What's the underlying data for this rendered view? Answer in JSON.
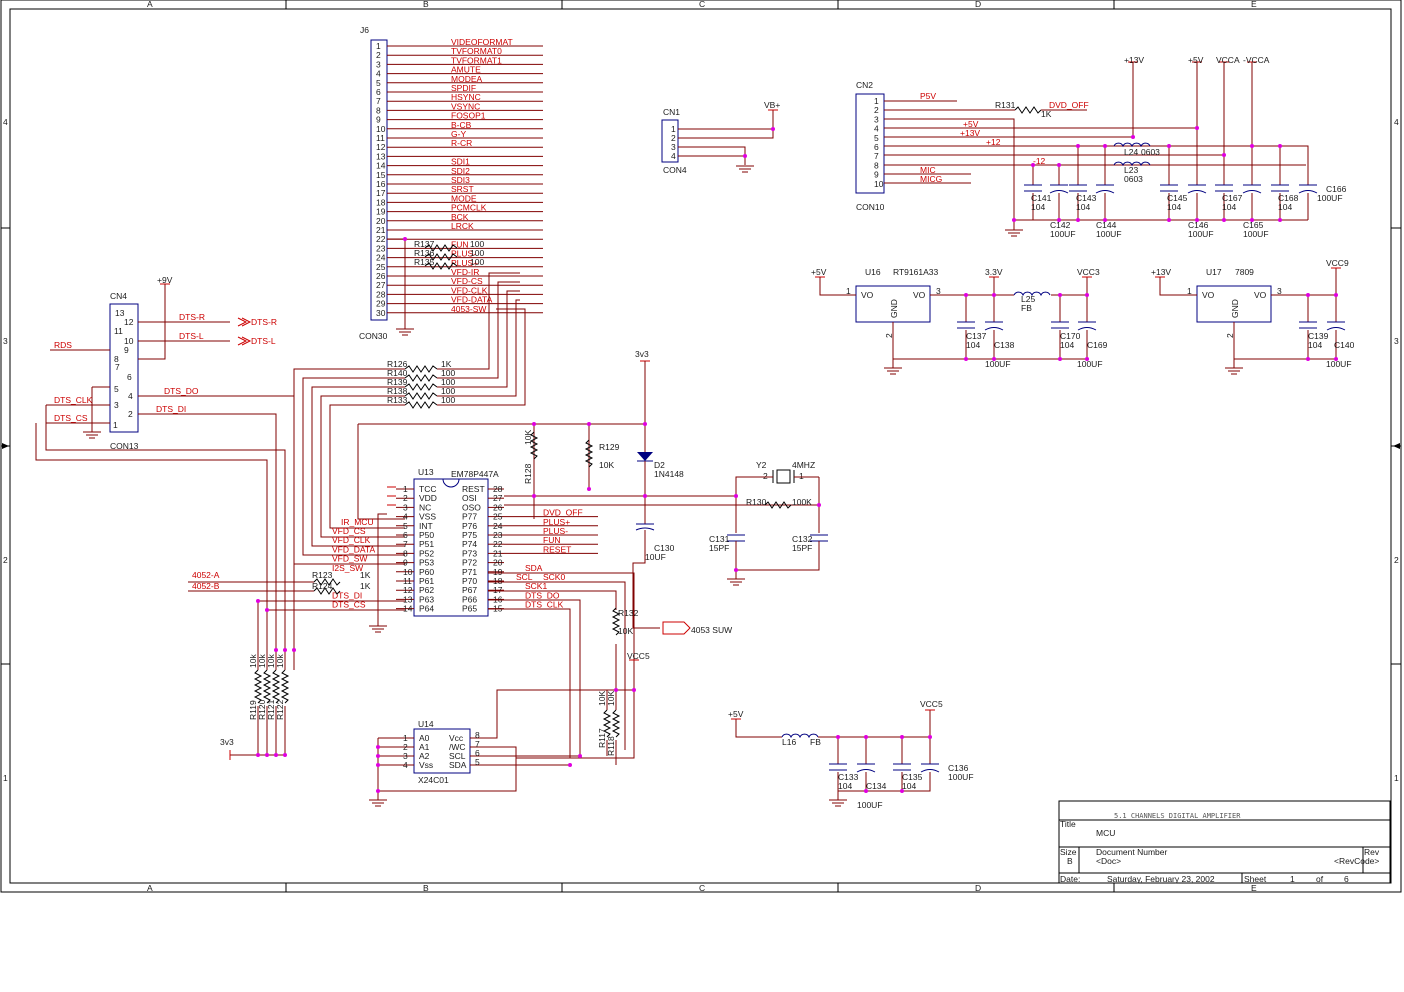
{
  "frame": {
    "columns": [
      "A",
      "B",
      "C",
      "D",
      "E"
    ],
    "rows": [
      "4",
      "3",
      "2",
      "1"
    ]
  },
  "title_block": {
    "project": "5.1 CHANNELS DIGITAL AMPLIFIER",
    "title_label": "Title",
    "title": "MCU",
    "size_label": "Size",
    "size": "B",
    "docnum_label": "Document Number",
    "docnum": "<Doc>",
    "rev_label": "Rev",
    "rev": "<RevCode>",
    "date_label": "Date:",
    "date": "Saturday, February 23, 2002",
    "sheet_label": "Sheet",
    "sheet": "1",
    "of_label": "of",
    "sheets": "6"
  },
  "j6": {
    "ref": "J6",
    "part": "CON30",
    "pins": [
      "1",
      "2",
      "3",
      "4",
      "5",
      "6",
      "7",
      "8",
      "9",
      "10",
      "11",
      "12",
      "13",
      "14",
      "15",
      "16",
      "17",
      "18",
      "19",
      "20",
      "21",
      "22",
      "23",
      "24",
      "25",
      "26",
      "27",
      "28",
      "29",
      "30"
    ],
    "nets": [
      "VIDEOFORMAT",
      "TVFORMAT0",
      "TVFORMAT1",
      "AMUTE",
      "MODEA",
      "SPDIF",
      "HSYNC",
      "VSYNC",
      "FOSOP1",
      "B-CB",
      "G-Y",
      "R-CR",
      "",
      "SDI1",
      "SDI2",
      "SDI3",
      "SRST",
      "MODE",
      "PCMCLK",
      "BCK",
      "LRCK",
      "",
      "FUN",
      "PLUS-",
      "PLUS+",
      "VFD-IR",
      "VFD-CS",
      "VFD-CLK",
      "VFD-DATA",
      "4053-SW"
    ],
    "resistors": [
      {
        "ref": "R137",
        "value": "100"
      },
      {
        "ref": "R136",
        "value": "100"
      },
      {
        "ref": "R135",
        "value": "100"
      }
    ]
  },
  "cn1": {
    "ref": "CN1",
    "part": "CON4",
    "pins": [
      "1",
      "2",
      "3",
      "4"
    ],
    "net": "VB+"
  },
  "cn2": {
    "ref": "CN2",
    "part": "CON10",
    "pins": [
      "1",
      "2",
      "3",
      "4",
      "5",
      "6",
      "7",
      "8",
      "9",
      "10"
    ],
    "nets": [
      "P5V",
      "DVD_OFF",
      "+5V",
      "+13V",
      "+12",
      "-12",
      "MIC",
      "MICG"
    ],
    "r131": {
      "ref": "R131",
      "value": "1K"
    },
    "rails": [
      "+13V",
      "+5V",
      "VCCA",
      "-VCCA"
    ],
    "inductors": [
      {
        "ref": "L24",
        "value": "0603"
      },
      {
        "ref": "L23",
        "value": "0603"
      }
    ],
    "caps": [
      {
        "ref": "C141",
        "value": "104"
      },
      {
        "ref": "C142",
        "value": "100UF"
      },
      {
        "ref": "C143",
        "value": "104"
      },
      {
        "ref": "C144",
        "value": "100UF"
      },
      {
        "ref": "C145",
        "value": "104"
      },
      {
        "ref": "C146",
        "value": "100UF"
      },
      {
        "ref": "C167",
        "value": "104"
      },
      {
        "ref": "C165",
        "value": "100UF"
      },
      {
        "ref": "C168",
        "value": "104"
      },
      {
        "ref": "C166",
        "value": "100UF"
      }
    ]
  },
  "cn4": {
    "ref": "CN4",
    "part": "CON13",
    "pins": [
      "13",
      "12",
      "11",
      "10",
      "9",
      "8",
      "7",
      "6",
      "5",
      "4",
      "3",
      "2",
      "1"
    ],
    "rail": "+9V",
    "nets": [
      "DTS-R",
      "DTS-L",
      "RDS",
      "DTS_DO",
      "DTS_DI",
      "DTS_CLK",
      "DTS_CS"
    ],
    "ports": [
      "DTS-R",
      "DTS-L"
    ]
  },
  "u16": {
    "in": "+5V",
    "ref": "U16",
    "part": "RT9161A33",
    "pin_in": "1",
    "pin_out": "3",
    "pin_gnd": "2",
    "vo_left": "VO",
    "vo_right": "VO",
    "gnd": "GND",
    "rail_33": "3.3V",
    "rail_out": "VCC3",
    "l25": {
      "ref": "L25",
      "value": "FB"
    },
    "caps": [
      {
        "ref": "C137",
        "value": "104"
      },
      {
        "ref": "C138",
        "value": "100UF"
      },
      {
        "ref": "C170",
        "value": "104"
      },
      {
        "ref": "C169",
        "value": "100UF"
      }
    ]
  },
  "u17": {
    "in": "+13V",
    "ref": "U17",
    "part": "7809",
    "pin_in": "1",
    "pin_out": "3",
    "pin_gnd": "2",
    "vo_left": "VO",
    "vo_right": "VO",
    "gnd": "GND",
    "rail_out": "VCC9",
    "caps": [
      {
        "ref": "C139",
        "value": "104"
      },
      {
        "ref": "C140",
        "value": "100UF"
      }
    ]
  },
  "u13": {
    "ref": "U13",
    "part": "EM78P447A",
    "left_pins": [
      "1",
      "2",
      "3",
      "4",
      "5",
      "6",
      "7",
      "8",
      "9",
      "10",
      "11",
      "12",
      "13",
      "14"
    ],
    "left_names": [
      "TCC",
      "VDD",
      "NC",
      "VSS",
      "INT",
      "P50",
      "P51",
      "P52",
      "P53",
      "P60",
      "P61",
      "P62",
      "P63",
      "P64"
    ],
    "right_pins": [
      "28",
      "27",
      "26",
      "25",
      "24",
      "23",
      "22",
      "21",
      "20",
      "19",
      "18",
      "17",
      "16",
      "15"
    ],
    "right_names": [
      "REST",
      "OSI",
      "OSO",
      "P77",
      "P76",
      "P75",
      "P74",
      "P73",
      "P72",
      "P71",
      "P70",
      "P67",
      "P66",
      "P65"
    ],
    "left_nets": [
      "IR_MCU",
      "VFD_CS",
      "VFD_CLK",
      "VFD_DATA",
      "VFD_SW",
      "I2S_SW",
      "4052-A",
      "4052-B",
      "DTS_DI",
      "DTS_CS"
    ],
    "right_nets": [
      "DVD_OFF",
      "PLUS+",
      "PLUS-",
      "FUN",
      "RESET",
      "SDA",
      "SCL",
      "SCK0",
      "SCK1",
      "DTS_DO",
      "DTS_CLK"
    ],
    "r123": {
      "ref": "R123",
      "value": "1K"
    },
    "r124": {
      "ref": "R124",
      "value": "1K"
    }
  },
  "reset": {
    "rail": "3v3",
    "r128": {
      "ref": "R128",
      "value": "10K"
    },
    "r129": {
      "ref": "R129",
      "value": "10K"
    },
    "d2": {
      "ref": "D2",
      "part": "1N4148"
    },
    "c130": {
      "ref": "C130",
      "value": "10UF"
    }
  },
  "xtal": {
    "ref": "Y2",
    "value": "4MHZ",
    "pin2": "2",
    "pin1": "1",
    "r130": {
      "ref": "R130",
      "value": "100K"
    },
    "c131": {
      "ref": "C131",
      "value": "15PF"
    },
    "c132": {
      "ref": "C132",
      "value": "15PF"
    }
  },
  "vfd_res": [
    {
      "ref": "R126",
      "value": "1K"
    },
    {
      "ref": "R140",
      "value": "100"
    },
    {
      "ref": "R139",
      "value": "100"
    },
    {
      "ref": "R138",
      "value": "100"
    },
    {
      "ref": "R133",
      "value": "100"
    }
  ],
  "pullups": {
    "rail": "3v3",
    "values": [
      "10k",
      "10k",
      "10k",
      "10k"
    ],
    "refs": [
      "R119",
      "R120",
      "R121",
      "R122"
    ]
  },
  "u14": {
    "ref": "U14",
    "part": "X24C01",
    "left_pins": [
      "1",
      "2",
      "3",
      "4"
    ],
    "left_names": [
      "A0",
      "A1",
      "A2",
      "Vss"
    ],
    "right_pins": [
      "8",
      "7",
      "6",
      "5"
    ],
    "right_names": [
      "Vcc",
      "/WC",
      "SCL",
      "SDA"
    ],
    "rail": "VCC5",
    "r117": {
      "ref": "R117",
      "value": "10K"
    },
    "r118": {
      "ref": "R118",
      "value": "10K"
    },
    "r132": {
      "ref": "R132",
      "value": "10K"
    },
    "port": "4053 SUW"
  },
  "filter5": {
    "in": "+5V",
    "out": "VCC5",
    "l16": {
      "ref": "L16",
      "value": "FB"
    },
    "caps": [
      {
        "ref": "C133",
        "value": "104"
      },
      {
        "ref": "C134",
        "value": "100UF"
      },
      {
        "ref": "C135",
        "value": "104"
      },
      {
        "ref": "C136",
        "value": "100UF"
      }
    ]
  }
}
